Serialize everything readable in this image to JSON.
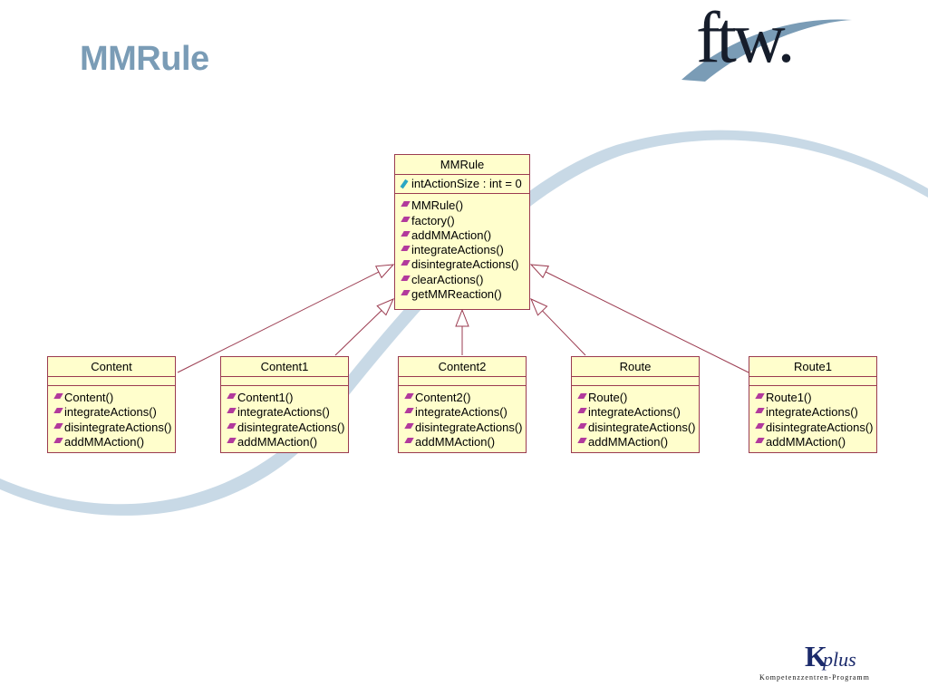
{
  "slide": {
    "title": "MMRule",
    "logo_text": "ftw.",
    "footer_logo": {
      "k": "K",
      "plus": "plus",
      "subtitle": "Kompetenzzentren-Programm"
    }
  },
  "colors": {
    "title": "#7a9cb6",
    "class_fill": "#fffecc",
    "class_border": "#9b3b50",
    "swoosh": "#c8d9e6",
    "method_icon": "#b23a9c",
    "attribute_icon": "#2aa6c4"
  },
  "diagram": {
    "parent": {
      "name": "MMRule",
      "attributes": [
        "intActionSize : int = 0"
      ],
      "operations": [
        "MMRule()",
        "factory()",
        "addMMAction()",
        "integrateActions()",
        "disintegrateActions()",
        "clearActions()",
        "getMMReaction()"
      ]
    },
    "children": [
      {
        "name": "Content",
        "operations": [
          "Content()",
          "integrateActions()",
          "disintegrateActions()",
          "addMMAction()"
        ]
      },
      {
        "name": "Content1",
        "operations": [
          "Content1()",
          "integrateActions()",
          "disintegrateActions()",
          "addMMAction()"
        ]
      },
      {
        "name": "Content2",
        "operations": [
          "Content2()",
          "integrateActions()",
          "disintegrateActions()",
          "addMMAction()"
        ]
      },
      {
        "name": "Route",
        "operations": [
          "Route()",
          "integrateActions()",
          "disintegrateActions()",
          "addMMAction()"
        ]
      },
      {
        "name": "Route1",
        "operations": [
          "Route1()",
          "integrateActions()",
          "disintegrateActions()",
          "addMMAction()"
        ]
      }
    ],
    "relationship": "generalization"
  }
}
